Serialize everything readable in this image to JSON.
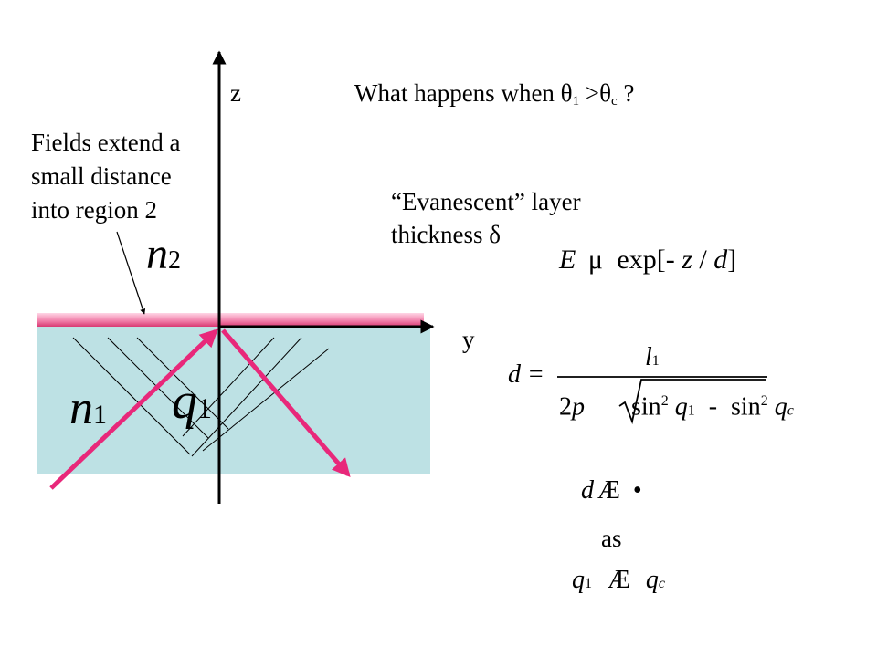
{
  "labels": {
    "z_axis": "z",
    "y_axis": "y",
    "question_prefix": "What happens when θ",
    "question_sub1": "1",
    "question_mid": " >θ",
    "question_subc": "c",
    "question_suffix": " ?",
    "fields_line1": "Fields extend a",
    "fields_line2": "small distance",
    "fields_line3": "into region 2",
    "evanescent_line1": "“Evanescent” layer",
    "evanescent_line2": "thickness δ",
    "as_word": "as"
  },
  "symbols": {
    "n2": "n",
    "n2_sub": "2",
    "n1": "n",
    "n1_sub": "1",
    "q1": "q",
    "q1_sub": "1"
  },
  "equations": {
    "eq1_E": "E",
    "eq1_mu": "μ",
    "eq1_rest": "exp[- ",
    "eq1_z": "z",
    "eq1_slash": " / ",
    "eq1_d": "d",
    "eq1_close": "]",
    "eq2_lhs": "d =",
    "eq2_num": "l",
    "eq2_num_sub": "1",
    "eq2_den_2p": "2p",
    "eq2_den_sin1": "sin",
    "eq2_den_q1": "q",
    "eq2_den_q1_sub": "1",
    "eq2_den_minus": "-",
    "eq2_den_sin2": "sin",
    "eq2_den_qc": "q",
    "eq2_den_qc_sub": "c",
    "eq2_sq": "2",
    "eq3_d": "d",
    "eq3_arrow": "Æ",
    "eq3_inf": "•",
    "eq4_q": "q",
    "eq4_q_sub": "1",
    "eq4_arrow": "Æ",
    "eq4_qc": "q",
    "eq4_qc_sub": "c"
  },
  "colors": {
    "medium1": "#bde1e4",
    "interface": "#e8558a",
    "ray": "#e8287a",
    "axis": "#000000"
  }
}
